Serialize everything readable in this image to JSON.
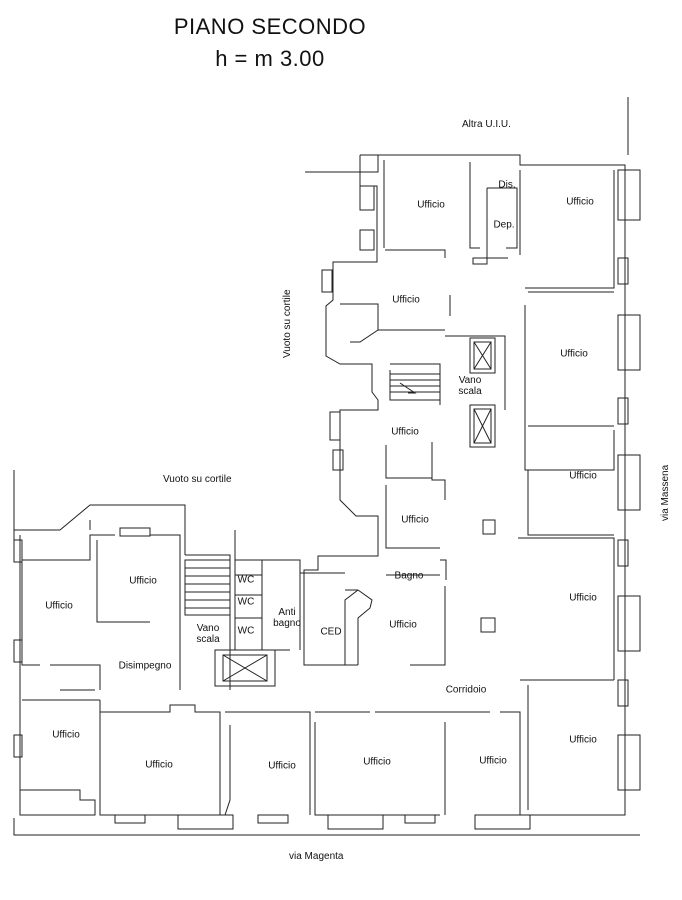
{
  "header": {
    "title": "PIANO SECONDO",
    "height": "h = m 3.00"
  },
  "external": {
    "altra_uiu": "Altra U.I.U.",
    "vuoto_cortile_vertical": "Vuoto su cortile",
    "vuoto_cortile": "Vuoto su cortile",
    "via_massena": "via Massena",
    "via_magenta": "via Magenta"
  },
  "rooms": {
    "ufficio_top_left": "Ufficio",
    "ufficio_top_right": "Ufficio",
    "dis": "Dis.",
    "dep": "Dep.",
    "ufficio_mid_left": "Ufficio",
    "ufficio_right_1": "Ufficio",
    "vano_scala_right": "Vano scala",
    "ufficio_center": "Ufficio",
    "ufficio_right_2": "Ufficio",
    "ufficio_center_2": "Ufficio",
    "bagno": "Bagno",
    "ufficio_right_3": "Ufficio",
    "ufficio_center_3": "Ufficio",
    "ced": "CED",
    "wc_1": "WC",
    "wc_2": "WC",
    "wc_3": "WC",
    "anti_bagno": "Anti bagno",
    "vano_scala_left": "Vano scala",
    "ufficio_west_top": "Ufficio",
    "ufficio_west_far": "Ufficio",
    "disimpegno": "Disimpegno",
    "ufficio_west_bottom": "Ufficio",
    "corridoio": "Corridoio",
    "ufficio_bottom_1": "Ufficio",
    "ufficio_bottom_2": "Ufficio",
    "ufficio_bottom_3": "Ufficio",
    "ufficio_bottom_4": "Ufficio",
    "ufficio_bottom_right": "Ufficio"
  }
}
